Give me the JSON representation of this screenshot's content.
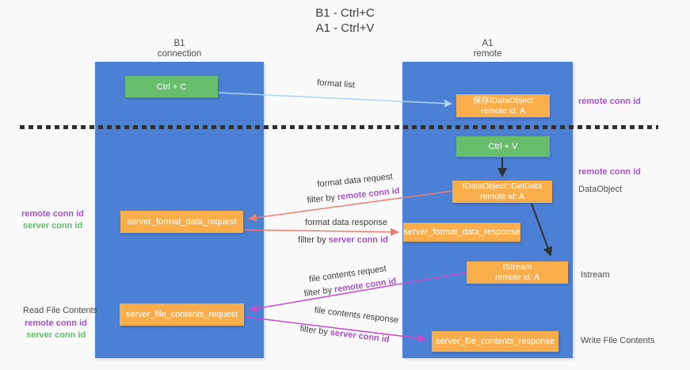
{
  "title": {
    "line1": "B1 - Ctrl+C",
    "line2": "A1 - Ctrl+V"
  },
  "lifelines": {
    "left": {
      "name": "B1",
      "role": "connection"
    },
    "right": {
      "name": "A1",
      "role": "remote"
    }
  },
  "nodes": {
    "ctrl_c": {
      "label": "Ctrl + C"
    },
    "ctrl_v": {
      "label": "Ctrl + V"
    },
    "save_dataobject": {
      "line1": "保存IDataObject",
      "line2": "remote id: A"
    },
    "getdata": {
      "line1": "IDataObject::GetData",
      "line2": "remote id: A"
    },
    "istream": {
      "line1": "IStream",
      "line2": "remote id: A"
    },
    "format_request": {
      "label": "server_format_data_request"
    },
    "format_response": {
      "label": "server_format_data_response"
    },
    "file_request": {
      "label": "server_file_contents_request"
    },
    "file_response": {
      "label": "server_file_contents_response"
    }
  },
  "edges": {
    "format_list": {
      "label": "format list"
    },
    "format_data_request": {
      "label": "format data request",
      "filter_prefix": "filter by",
      "filter_key": "remote conn id"
    },
    "format_data_response": {
      "label": "format data response",
      "filter_prefix": "filter by",
      "filter_key": "server conn id"
    },
    "file_contents_request": {
      "label": "file contents request",
      "filter_prefix": "filter by",
      "filter_key": "remote conn id"
    },
    "file_contents_response": {
      "label": "file contents response",
      "filter_prefix": "filter by",
      "filter_key": "server conn id"
    }
  },
  "side_labels": {
    "right_remote_conn_top": "remote conn id",
    "right_remote_conn_mid": "remote conn id",
    "dataobject": "DataObject",
    "istream": "Istream",
    "write_file_contents": "Write File Contents",
    "left_remote_conn_top": "remote conn id",
    "left_server_conn_top": "server conn id",
    "read_file_contents": "Read File Contents",
    "left_remote_conn_bottom": "remote conn id",
    "left_server_conn_bottom": "server conn id"
  },
  "colors": {
    "lifeline_blue": "#4b80d5",
    "action_green": "#68be6c",
    "message_orange": "#f9ae4b",
    "format_arrow_salmon": "#ee7d72",
    "file_arrow_magenta": "#ca4ccb",
    "format_list_arrow_blue": "#a9d3ee",
    "black_arrow": "#303030",
    "conn_id_purple": "#a551c8",
    "conn_id_green": "#5fbf6a",
    "text_dark": "#3c3c3c",
    "bg": "#f9f9f9"
  }
}
